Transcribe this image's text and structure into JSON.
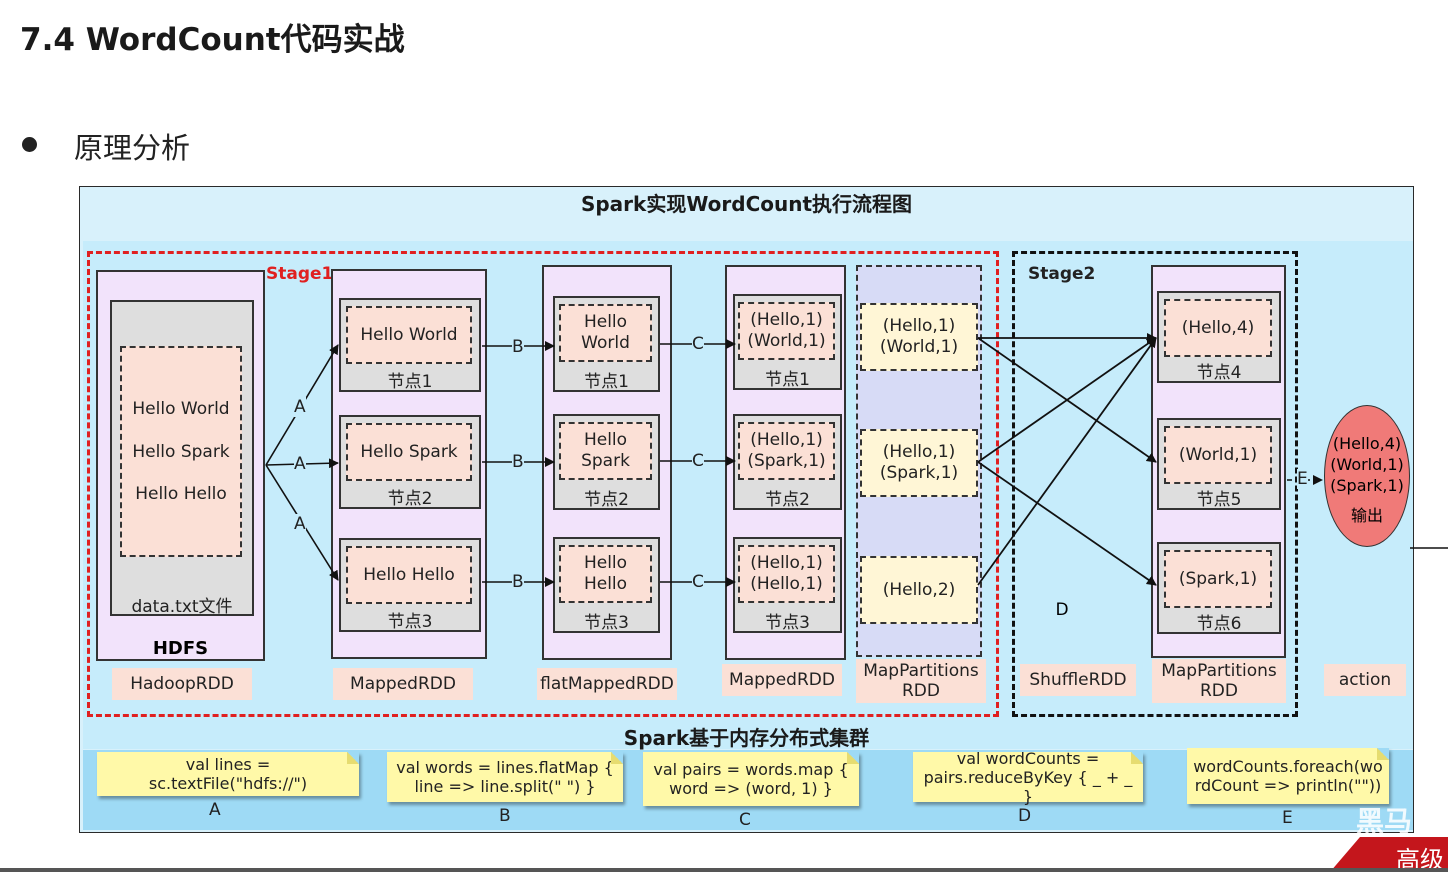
{
  "slide": {
    "title": "7.4 WordCount代码实战",
    "bullet": "原理分析"
  },
  "diagram": {
    "title": "Spark实现WordCount执行流程图",
    "bottom_title": "Spark基于内存分布式集群",
    "stage1_label": "Stage1",
    "stage2_label": "Stage2",
    "hdfs": {
      "lines": [
        "Hello World",
        "Hello Spark",
        "Hello Hello"
      ],
      "file_label": "data.txt文件",
      "label": "HDFS"
    },
    "rdd_labels": {
      "hadoop": "HadoopRDD",
      "mapped1": "MappedRDD",
      "flatmapped": "flatMappedRDD",
      "mapped2": "MappedRDD",
      "mappartitions1": "MapPartitions\nRDD",
      "shuffle": "ShuffleRDD",
      "mappartitions2": "MapPartitions\nRDD",
      "action": "action"
    },
    "mapped1_nodes": [
      {
        "text": "Hello World",
        "node": "节点1"
      },
      {
        "text": "Hello Spark",
        "node": "节点2"
      },
      {
        "text": "Hello Hello",
        "node": "节点3"
      }
    ],
    "flatmapped_nodes": [
      {
        "text": "Hello\nWorld",
        "node": "节点1"
      },
      {
        "text": "Hello\nSpark",
        "node": "节点2"
      },
      {
        "text": "Hello\nHello",
        "node": "节点3"
      }
    ],
    "mapped2_nodes": [
      {
        "text": "(Hello,1)\n(World,1)",
        "node": "节点1"
      },
      {
        "text": "(Hello,1)\n(Spark,1)",
        "node": "节点2"
      },
      {
        "text": "(Hello,1)\n(Hello,1)",
        "node": "节点3"
      }
    ],
    "mappartitions_items": [
      "(Hello,1)\n(World,1)",
      "(Hello,1)\n(Spark,1)",
      "(Hello,2)"
    ],
    "stage2_nodes": [
      {
        "text": "(Hello,4)",
        "node": "节点4"
      },
      {
        "text": "(World,1)",
        "node": "节点5"
      },
      {
        "text": "(Spark,1)",
        "node": "节点6"
      }
    ],
    "output": {
      "text": "(Hello,4)\n(World,1)\n(Spark,1)",
      "label": "输出",
      "arrow_label": "E"
    },
    "arrow_labels": {
      "a": "A",
      "b": "B",
      "c": "C",
      "d": "D"
    },
    "code": [
      {
        "text": "val lines = sc.textFile(\"hdfs://\")",
        "letter": "A"
      },
      {
        "text": "val words = lines.flatMap {\nline => line.split(\" \") }",
        "letter": "B"
      },
      {
        "text": "val pairs = words.map {\nword => (word, 1) }",
        "letter": "C"
      },
      {
        "text": "val wordCounts =\npairs.reduceByKey { _ + _ }",
        "letter": "D"
      },
      {
        "text": "wordCounts.foreach(wo\nrdCount => println(\"\"))",
        "letter": "E"
      }
    ]
  },
  "watermark": {
    "logo": "黑马",
    "text": "高级"
  },
  "colors": {
    "frame_bg": "#d8f1fb",
    "stage1_border": "#e02020",
    "panel": "#f2e3fb",
    "inner_pink": "#fbe0d6",
    "inner_yellow": "#fff6d6",
    "sticky": "#fff9a8",
    "output": "#f07a78"
  }
}
